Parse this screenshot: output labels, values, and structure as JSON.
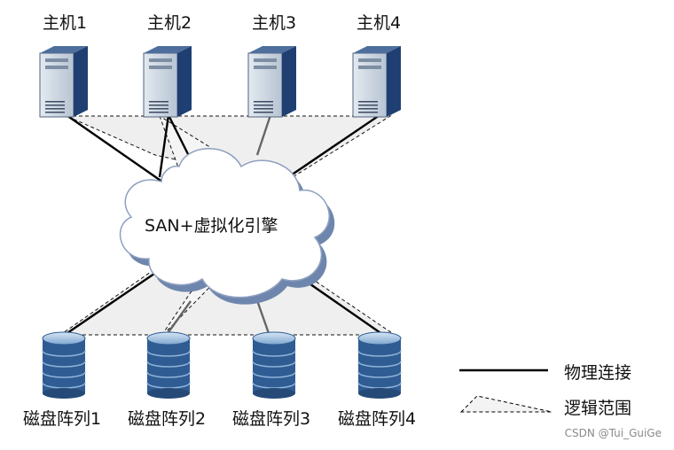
{
  "hosts": [
    {
      "label": "主机1"
    },
    {
      "label": "主机2"
    },
    {
      "label": "主机3"
    },
    {
      "label": "主机4"
    }
  ],
  "disk_arrays": [
    {
      "label": "磁盘阵列1"
    },
    {
      "label": "磁盘阵列2"
    },
    {
      "label": "磁盘阵列3"
    },
    {
      "label": "磁盘阵列4"
    }
  ],
  "cloud": {
    "label": "SAN+虚拟化引擎"
  },
  "legend": {
    "physical": "物理连接",
    "logical": "逻辑范围"
  },
  "watermark": "CSDN @Tui_GuiGe",
  "colors": {
    "server_body": "#d3dde8",
    "server_side": "#1f3f73",
    "cloud_fill": "#ffffff",
    "cloud_shadow": "#6e86ad",
    "disk_top": "#b9d1ea",
    "disk_body": "#2f5c93",
    "scope_fill": "#eeeeee"
  }
}
